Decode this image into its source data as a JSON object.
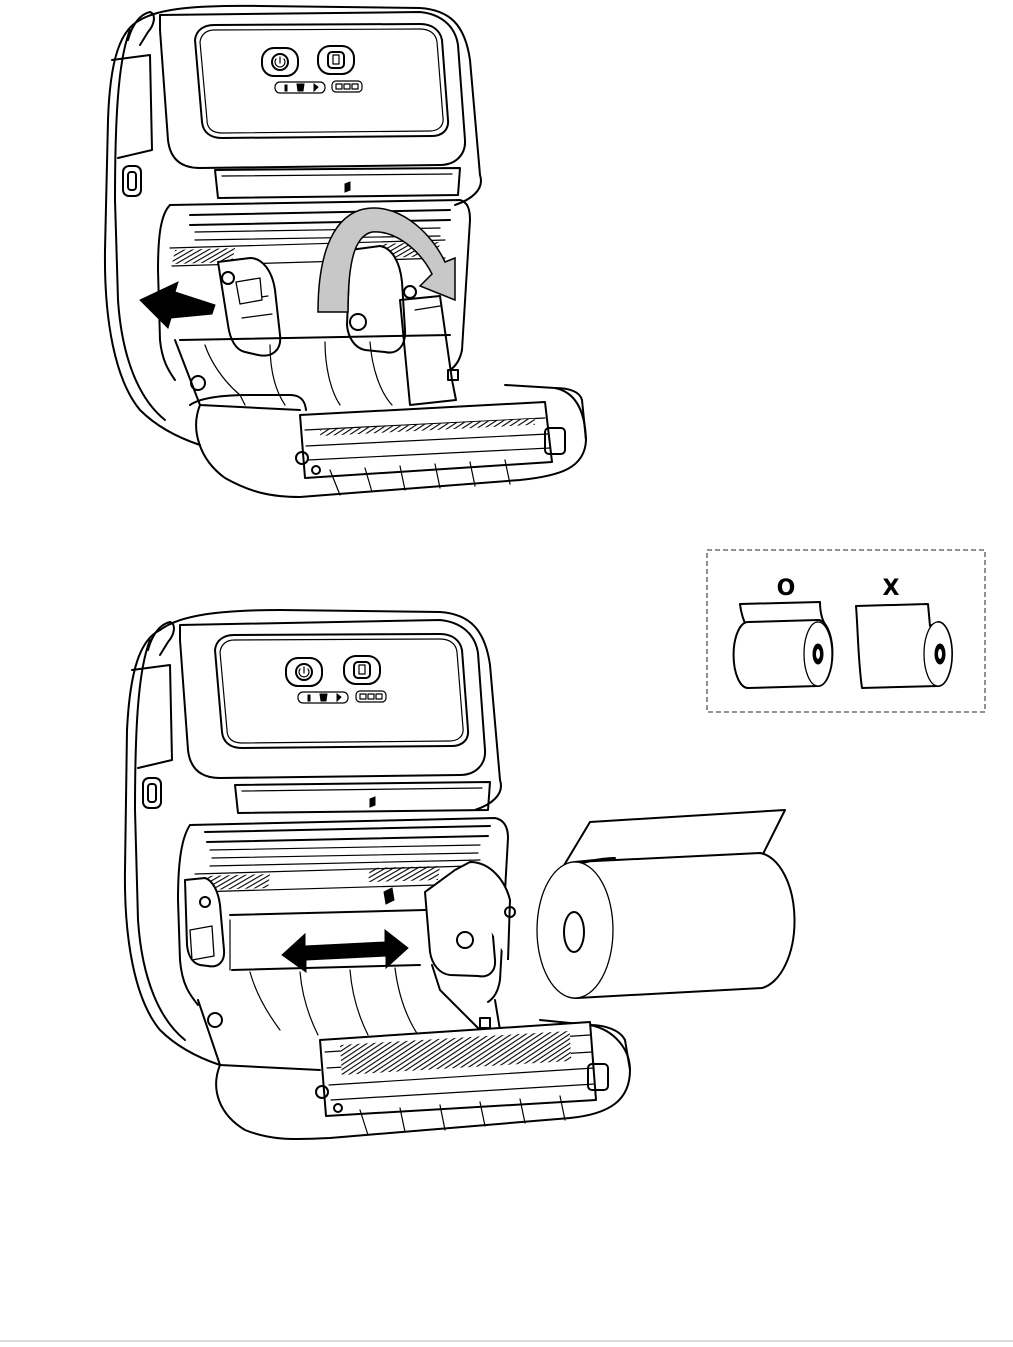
{
  "figure": {
    "step1": {
      "description_labels": [],
      "arrows": [
        "pull-left-arrow",
        "rotate-open-arrow"
      ]
    },
    "step2": {
      "arrows": [
        "adjust-width-arrow"
      ]
    },
    "orientation_inset": {
      "correct_symbol": "O",
      "incorrect_symbol": "X"
    }
  },
  "colors": {
    "line": "#000000",
    "background": "#ffffff",
    "arrow_fill": "#c8c8c8",
    "inset_border": "#555555"
  }
}
